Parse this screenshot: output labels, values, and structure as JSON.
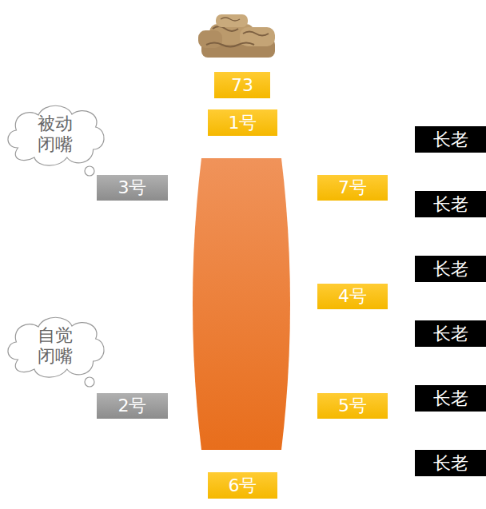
{
  "diagram": {
    "nodes": [
      {
        "text": [
          "73"
        ]
      },
      {
        "text": [
          "1号"
        ]
      },
      {
        "text": [
          "长老"
        ]
      },
      {
        "text": [
          "被动 闭嘴"
        ]
      },
      {
        "text": [
          "3号"
        ]
      },
      {
        "text": [
          "7号"
        ]
      },
      {
        "text": [
          "长老"
        ]
      },
      {
        "text": [
          "长老"
        ]
      },
      {
        "text": [
          "4号"
        ]
      },
      {
        "text": [
          "长老"
        ]
      },
      {
        "text": [
          "自觉 闭嘴"
        ]
      },
      {
        "text": [
          "2号"
        ]
      },
      {
        "text": [
          "5号"
        ]
      },
      {
        "text": [
          "长老"
        ]
      },
      {
        "text": [
          "长老"
        ]
      },
      {
        "text": [
          "6号"
        ]
      }
    ]
  }
}
